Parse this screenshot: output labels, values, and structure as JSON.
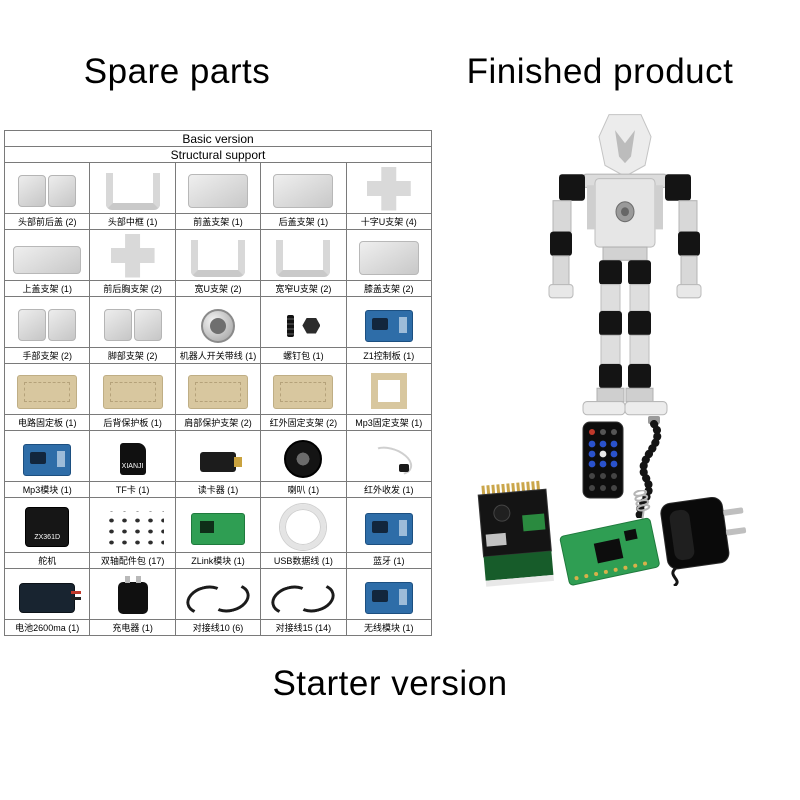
{
  "headings": {
    "spare_parts": "Spare parts",
    "finished_product": "Finished product",
    "starter_version": "Starter version"
  },
  "table": {
    "title_row1": "Basic version",
    "title_row2": "Structural support",
    "rows": [
      {
        "cells": [
          {
            "label": "头部前后盖 (2)",
            "icon": "head-front-back-cover"
          },
          {
            "label": "头部中框 (1)",
            "icon": "head-middle-frame"
          },
          {
            "label": "前盖支架 (1)",
            "icon": "front-cover-bracket"
          },
          {
            "label": "后盖支架 (1)",
            "icon": "back-cover-bracket"
          },
          {
            "label": "十字U支架 (4)",
            "icon": "cross-u-bracket"
          }
        ]
      },
      {
        "cells": [
          {
            "label": "上盖支架 (1)",
            "icon": "top-cover-bracket"
          },
          {
            "label": "前后胸支架 (2)",
            "icon": "front-back-chest-bracket"
          },
          {
            "label": "宽U支架 (2)",
            "icon": "wide-u-bracket"
          },
          {
            "label": "宽窄U支架 (2)",
            "icon": "wide-narrow-u-bracket"
          },
          {
            "label": "膝盖支架 (2)",
            "icon": "knee-bracket"
          }
        ]
      },
      {
        "cells": [
          {
            "label": "手部支架 (2)",
            "icon": "hand-bracket"
          },
          {
            "label": "脚部支架 (2)",
            "icon": "foot-bracket"
          },
          {
            "label": "机器人开关带线 (1)",
            "icon": "robot-switch-cable"
          },
          {
            "label": "螺钉包 (1)",
            "icon": "screw-pack"
          },
          {
            "label": "Z1控制板 (1)",
            "icon": "z1-control-board"
          }
        ]
      },
      {
        "cells": [
          {
            "label": "电路固定板 (1)",
            "icon": "circuit-fixing-board"
          },
          {
            "label": "后背保护板 (1)",
            "icon": "back-protection-board"
          },
          {
            "label": "肩部保护支架 (2)",
            "icon": "shoulder-protection-bracket"
          },
          {
            "label": "红外固定支架 (2)",
            "icon": "ir-fixing-bracket"
          },
          {
            "label": "Mp3固定支架 (1)",
            "icon": "mp3-fixing-bracket"
          }
        ]
      },
      {
        "cells": [
          {
            "label": "Mp3模块 (1)",
            "icon": "mp3-module"
          },
          {
            "label": "TF卡 (1)",
            "icon": "tf-card",
            "text": "XIANJI"
          },
          {
            "label": "读卡器 (1)",
            "icon": "card-reader"
          },
          {
            "label": "喇叭 (1)",
            "icon": "speaker"
          },
          {
            "label": "红外收发 (1)",
            "icon": "ir-transceiver"
          }
        ]
      },
      {
        "cells": [
          {
            "label": "舵机",
            "icon": "servo-motor",
            "text": "ZX361D"
          },
          {
            "label": "双轴配件包 (17)",
            "icon": "dual-axis-accessory-pack"
          },
          {
            "label": "ZLink模块 (1)",
            "icon": "zlink-module"
          },
          {
            "label": "USB数据线 (1)",
            "icon": "usb-data-cable"
          },
          {
            "label": "蓝牙 (1)",
            "icon": "bluetooth-module"
          }
        ]
      },
      {
        "cells": [
          {
            "label": "电池2600ma (1)",
            "icon": "battery-2600ma"
          },
          {
            "label": "充电器 (1)",
            "icon": "charger"
          },
          {
            "label": "对接线10 (6)",
            "icon": "docking-cable-10"
          },
          {
            "label": "对接线15 (14)",
            "icon": "docking-cable-15"
          },
          {
            "label": "无线模块 (1)",
            "icon": "wireless-module"
          }
        ]
      }
    ]
  },
  "product_images": {
    "robot": "humanoid-robot",
    "remote": "ir-remote-control",
    "gooseneck": "flexible-gooseneck-cable",
    "adapter": "power-adapter",
    "amplifier": "audio-amplifier-board",
    "wireless": "wireless-module-with-antenna"
  },
  "colors": {
    "pcb_blue": "#2e6da8",
    "pcb_green": "#2f9e53",
    "wood": "#d8c79f",
    "remote_button_blue": "#2a52cc",
    "remote_button_red": "#c0392b",
    "border_gray": "#7a7a7a"
  }
}
